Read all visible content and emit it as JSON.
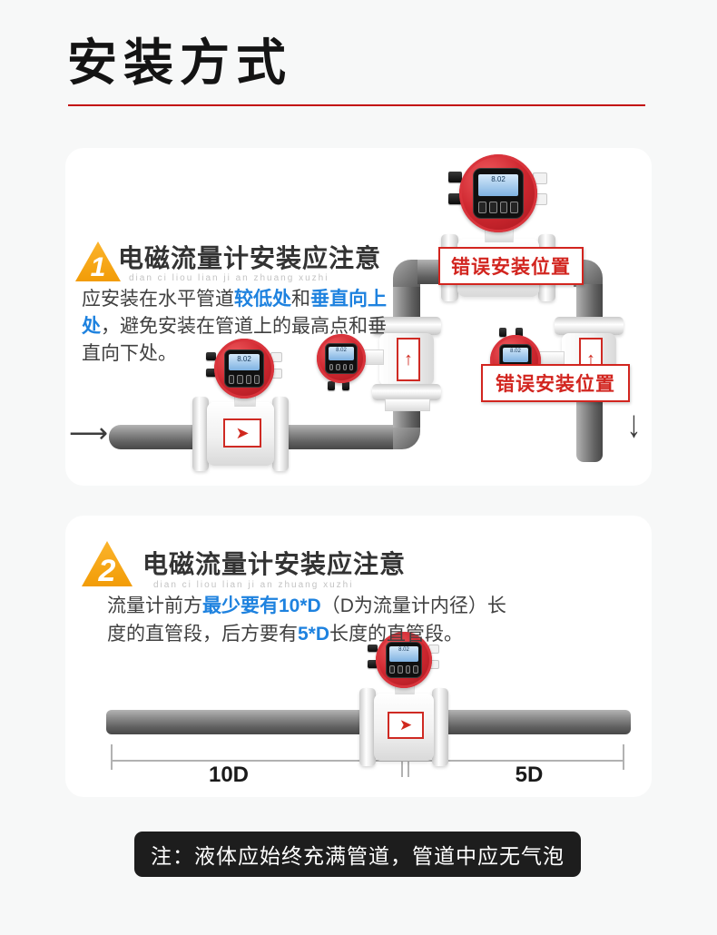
{
  "page": {
    "title": "安装方式"
  },
  "meter": {
    "lcd": "8.02"
  },
  "icons": {
    "flow_right": "➤",
    "flow_up": "↑",
    "inlet_arrow": "⟶",
    "outlet_arrow": "↓"
  },
  "card1": {
    "step": "1",
    "heading": "电磁流量计安装应注意",
    "pinyin": "dian ci liou lian ji an zhuang xuzhi",
    "para": {
      "s1": "应安装在水平管道",
      "s2": "较低处",
      "s3": "和",
      "s4": "垂直向上处",
      "s5": "，避免安装在管道上的最高点和垂直向下处。"
    },
    "error_label_1": "错误安装位置",
    "error_label_2": "错误安装位置"
  },
  "card2": {
    "step": "2",
    "heading": "电磁流量计安装应注意",
    "pinyin": "dian ci liou lian ji an zhuang xuzhi",
    "para": {
      "s1": "流量计前方",
      "s2": "最少要有",
      "s3": "10*D",
      "s4": "（D为流量计内径）长度的直管段，后方要有",
      "s5": "5*D",
      "s6": "长度的直管段。"
    },
    "dim_left": "10D",
    "dim_right": "5D"
  },
  "note": {
    "text": "注：液体应始终充满管道，管道中应无气泡"
  },
  "colors": {
    "accent_red": "#c30d0d",
    "label_red": "#d2251f",
    "highlight_blue": "#1e82df",
    "triangle_orange": "#f5a40e"
  }
}
